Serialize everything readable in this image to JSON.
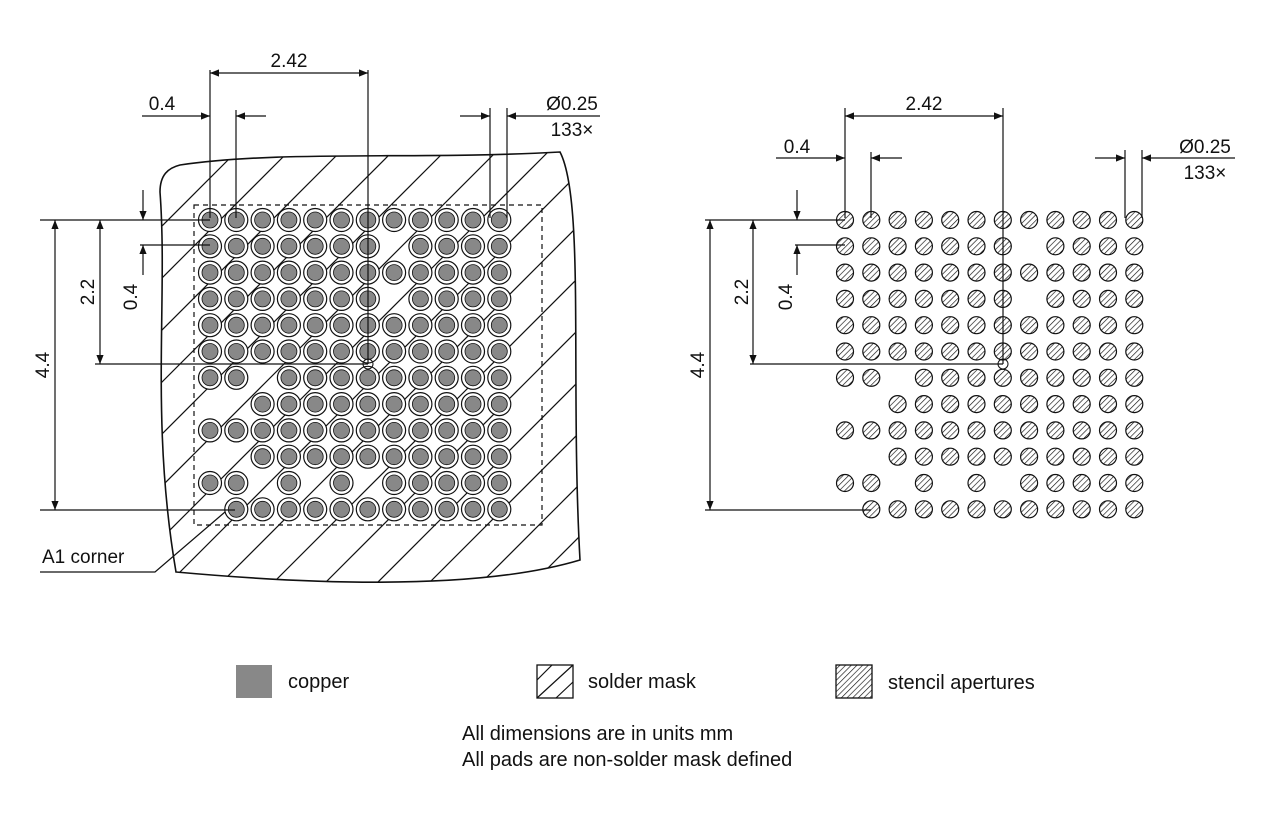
{
  "colors": {
    "copper": "#888888",
    "line": "#111111",
    "background": "#ffffff"
  },
  "footprint": {
    "rows": 12,
    "cols": 12,
    "pitch_mm": 0.4,
    "depopulated": [
      [
        0,
        0,
        0,
        0,
        0,
        0,
        0,
        0,
        0,
        0,
        0,
        0
      ],
      [
        0,
        0,
        0,
        0,
        0,
        0,
        0,
        1,
        0,
        0,
        0,
        0
      ],
      [
        0,
        0,
        0,
        0,
        0,
        0,
        0,
        0,
        0,
        0,
        0,
        0
      ],
      [
        0,
        0,
        0,
        0,
        0,
        0,
        0,
        1,
        0,
        0,
        0,
        0
      ],
      [
        0,
        0,
        0,
        0,
        0,
        0,
        0,
        0,
        0,
        0,
        0,
        0
      ],
      [
        0,
        0,
        0,
        0,
        0,
        0,
        0,
        0,
        0,
        0,
        0,
        0
      ],
      [
        0,
        0,
        1,
        0,
        0,
        0,
        0,
        0,
        0,
        0,
        0,
        0
      ],
      [
        1,
        1,
        0,
        0,
        0,
        0,
        0,
        0,
        0,
        0,
        0,
        0
      ],
      [
        0,
        0,
        0,
        0,
        0,
        0,
        0,
        0,
        0,
        0,
        0,
        0
      ],
      [
        1,
        1,
        0,
        0,
        0,
        0,
        0,
        0,
        0,
        0,
        0,
        0
      ],
      [
        0,
        0,
        1,
        0,
        1,
        0,
        1,
        0,
        0,
        0,
        0,
        0
      ],
      [
        1,
        0,
        0,
        0,
        0,
        0,
        0,
        0,
        0,
        0,
        0,
        0
      ]
    ]
  },
  "left_view": {
    "dims": {
      "width_top": "2.42",
      "pitch_h": "0.4",
      "diameter": "Ø0.25",
      "count": "133×",
      "height_half": "2.2",
      "pitch_v": "0.4",
      "height_full": "4.4"
    },
    "corner_label": "A1 corner"
  },
  "right_view": {
    "dims": {
      "width_top": "2.42",
      "pitch_h": "0.4",
      "diameter": "Ø0.25",
      "count": "133×",
      "height_half": "2.2",
      "pitch_v": "0.4",
      "height_full": "4.4"
    }
  },
  "legend": [
    {
      "label": "copper",
      "swatch": "copper"
    },
    {
      "label": "solder mask",
      "swatch": "solder-mask"
    },
    {
      "label": "stencil apertures",
      "swatch": "stencil"
    }
  ],
  "notes": [
    "All dimensions are in units mm",
    "All pads are non-solder mask defined"
  ]
}
